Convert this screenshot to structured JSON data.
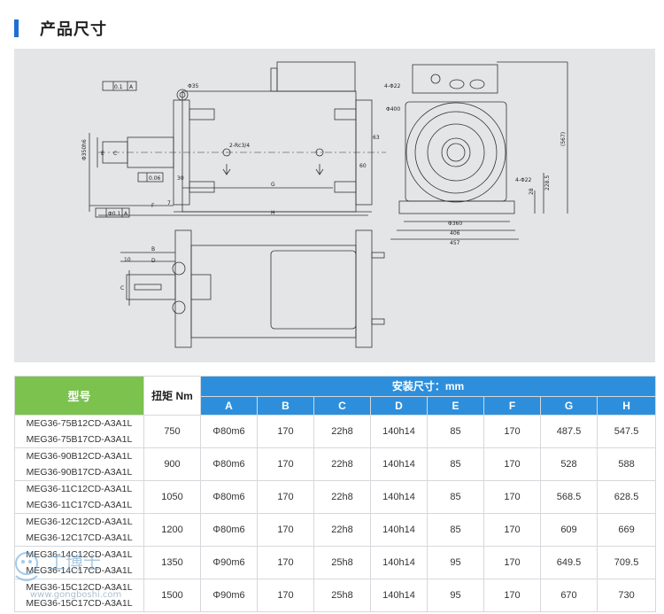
{
  "page": {
    "title": "产品尺寸"
  },
  "drawing": {
    "labels": {
      "tol1": "0.1",
      "datum": "A",
      "tol2": "0.06",
      "tol3": "Φ0.1",
      "phi35": "Φ35",
      "phi22a": "4-Φ22",
      "phi400": "Φ400",
      "rc": "2-Rc3/4",
      "d63": "63",
      "d60": "60",
      "d30": "30",
      "d7": "7",
      "d567": "(567)",
      "d228": "228.5",
      "phi22b": "4-Φ22",
      "d28": "28",
      "phi360": "Φ360",
      "d406": "406",
      "d457": "457",
      "d350": "Φ350h6",
      "A": "A",
      "B": "B",
      "C": "C",
      "D": "D",
      "E": "E",
      "F": "F",
      "G": "G",
      "H": "H",
      "d10": "10"
    }
  },
  "table": {
    "header_model": "型号",
    "header_torque": "扭矩 Nm",
    "header_group": "安装尺寸：mm",
    "letters": [
      "A",
      "B",
      "C",
      "D",
      "E",
      "F",
      "G",
      "H"
    ],
    "rows": [
      {
        "model1": "MEG36-75B12CD-A3A1L",
        "model2": "MEG36-75B17CD-A3A1L",
        "torque": "750",
        "values": [
          "Φ80m6",
          "170",
          "22h8",
          "140h14",
          "85",
          "170",
          "487.5",
          "547.5"
        ]
      },
      {
        "model1": "MEG36-90B12CD-A3A1L",
        "model2": "MEG36-90B17CD-A3A1L",
        "torque": "900",
        "values": [
          "Φ80m6",
          "170",
          "22h8",
          "140h14",
          "85",
          "170",
          "528",
          "588"
        ]
      },
      {
        "model1": "MEG36-11C12CD-A3A1L",
        "model2": "MEG36-11C17CD-A3A1L",
        "torque": "1050",
        "values": [
          "Φ80m6",
          "170",
          "22h8",
          "140h14",
          "85",
          "170",
          "568.5",
          "628.5"
        ]
      },
      {
        "model1": "MEG36-12C12CD-A3A1L",
        "model2": "MEG36-12C17CD-A3A1L",
        "torque": "1200",
        "values": [
          "Φ80m6",
          "170",
          "22h8",
          "140h14",
          "85",
          "170",
          "609",
          "669"
        ]
      },
      {
        "model1": "MEG36-14C12CD-A3A1L",
        "model2": "MEG36-14C17CD-A3A1L",
        "torque": "1350",
        "values": [
          "Φ90m6",
          "170",
          "25h8",
          "140h14",
          "95",
          "170",
          "649.5",
          "709.5"
        ]
      },
      {
        "model1": "MEG36-15C12CD-A3A1L",
        "model2": "MEG36-15C17CD-A3A1L",
        "torque": "1500",
        "values": [
          "Φ90m6",
          "170",
          "25h8",
          "140h14",
          "95",
          "170",
          "670",
          "730"
        ]
      }
    ]
  },
  "watermark": {
    "brand": "工博士",
    "url": "www.gongboshi.com"
  }
}
